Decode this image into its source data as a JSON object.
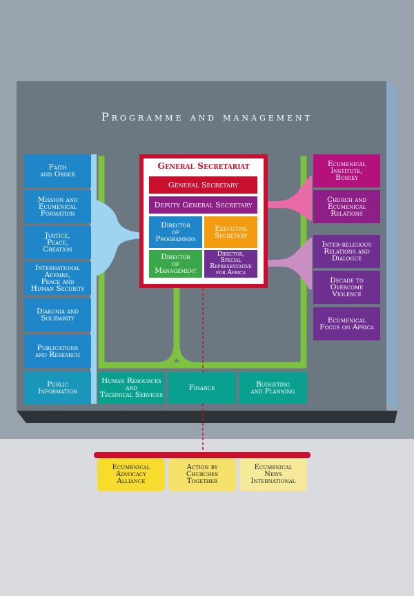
{
  "title": "Programme and management",
  "general_secretariat": {
    "title": "General Secretariat",
    "general_secretary": "General Secretary",
    "deputy": "Deputy General Secretary",
    "director_programmes": "Director\nof\nProgrammes",
    "executive_secretary": "Executive\nSecretary",
    "director_management": "Director\nof\nManagement",
    "director_africa": "Director,\nSpecial\nRepresentative\nfor Africa"
  },
  "left_column": [
    "Faith\nand Order",
    "Mission and\nEcumenical\nFormation",
    "Justice,\nPeace,\nCreation",
    "International\nAffairs,\nPeace and\nHuman Security",
    "Diakonia and\nSolidarity",
    "Publications\nand Research",
    "Public\nInformation"
  ],
  "right_column": [
    "Ecumenical\nInstitute,\nBossey",
    "Church and\nEcumenical\nRelations",
    "Inter-religious\nRelations and\nDialogue",
    "Decade to\nOvercome\nViolence",
    "Ecumenical\nFocus on Africa"
  ],
  "bottom_row": [
    "Human Resources\nand\nTechnical Services",
    "Finance",
    "Budgeting\nand Planning"
  ],
  "external": [
    "Ecumenical\nAdvocacy\nAlliance",
    "Action by\nChurches\nTogether",
    "Ecumenical\nNews\nInternational"
  ],
  "colors": {
    "blue": "#1f87c9",
    "teal": "#0aa08f",
    "magenta": "#b5117d",
    "purple": "#6f2f91",
    "red": "#c8102e",
    "green": "#7dc241",
    "orange": "#f39c12",
    "yellow": "#f7dc2e"
  }
}
